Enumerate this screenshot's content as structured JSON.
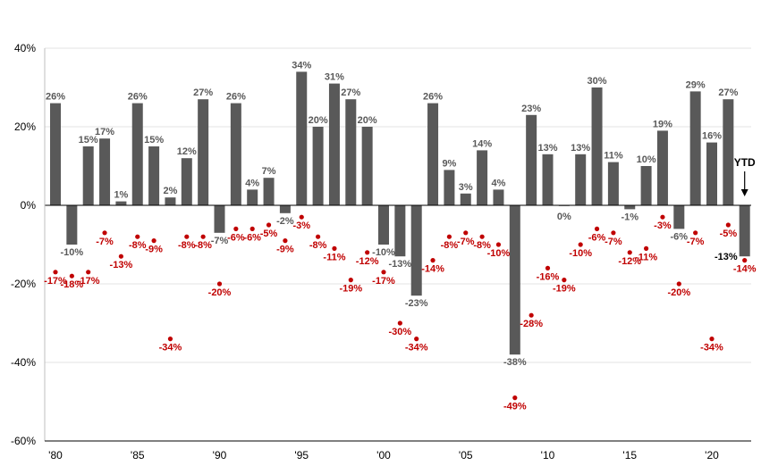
{
  "chart_data": {
    "type": "bar",
    "title": "",
    "xlabel": "",
    "ylabel": "",
    "ylim": [
      -60,
      40
    ],
    "yticks": [
      -60,
      -40,
      -20,
      0,
      20,
      40
    ],
    "ytick_labels": [
      "-60%",
      "-40%",
      "-20%",
      "0%",
      "20%",
      "40%"
    ],
    "grid": true,
    "x_tick_labels": [
      {
        "year": 1980,
        "label": "'80"
      },
      {
        "year": 1985,
        "label": "'85"
      },
      {
        "year": 1990,
        "label": "'90"
      },
      {
        "year": 1995,
        "label": "'95"
      },
      {
        "year": 2000,
        "label": "'00"
      },
      {
        "year": 2005,
        "label": "'05"
      },
      {
        "year": 2010,
        "label": "'10"
      },
      {
        "year": 2015,
        "label": "'15"
      },
      {
        "year": 2020,
        "label": "'20"
      }
    ],
    "years": [
      1980,
      1981,
      1982,
      1983,
      1984,
      1985,
      1986,
      1987,
      1988,
      1989,
      1990,
      1991,
      1992,
      1993,
      1994,
      1995,
      1996,
      1997,
      1998,
      1999,
      2000,
      2001,
      2002,
      2003,
      2004,
      2005,
      2006,
      2007,
      2008,
      2009,
      2010,
      2011,
      2012,
      2013,
      2014,
      2015,
      2016,
      2017,
      2018,
      2019,
      2020,
      2021,
      2022
    ],
    "series": [
      {
        "values": [
          26,
          -10,
          15,
          17,
          1,
          26,
          15,
          2,
          12,
          27,
          -7,
          26,
          4,
          7,
          -2,
          34,
          20,
          31,
          27,
          20,
          -10,
          -13,
          -23,
          26,
          9,
          3,
          14,
          4,
          -38,
          23,
          13,
          0,
          13,
          30,
          11,
          -1,
          10,
          19,
          -6,
          29,
          16,
          27,
          -13
        ],
        "labels": [
          "26%",
          "-10%",
          "15%",
          "17%",
          "1%",
          "26%",
          "15%",
          "2%",
          "12%",
          "27%",
          "-7%",
          "26%",
          "4%",
          "7%",
          "-2%",
          "34%",
          "20%",
          "31%",
          "27%",
          "20%",
          "-10%",
          "-13%",
          "-23%",
          "26%",
          "9%",
          "3%",
          "14%",
          "4%",
          "-38%",
          "23%",
          "13%",
          "0%",
          "13%",
          "30%",
          "11%",
          "-1%",
          "10%",
          "19%",
          "-6%",
          "29%",
          "16%",
          "27%",
          "-13%"
        ],
        "color": "#595959"
      },
      {
        "values": [
          -17,
          -18,
          -17,
          -7,
          -13,
          -8,
          -9,
          -34,
          -8,
          -8,
          -20,
          -6,
          -6,
          -5,
          -9,
          -3,
          -8,
          -11,
          -19,
          -12,
          -17,
          -30,
          -34,
          -14,
          -8,
          -7,
          -8,
          -10,
          -49,
          -28,
          -16,
          -19,
          -10,
          -6,
          -7,
          -12,
          -11,
          -3,
          -20,
          -7,
          -34,
          -5,
          -14
        ],
        "labels": [
          "-17%",
          "-18%",
          "-17%",
          "-7%",
          "-13%",
          "-8%",
          "-9%",
          "-34%",
          "-8%",
          "-8%",
          "-20%",
          "-6%",
          "-6%",
          "-5%",
          "-9%",
          "-3%",
          "-8%",
          "-11%",
          "-19%",
          "-12%",
          "-17%",
          "-30%",
          "-34%",
          "-14%",
          "-8%",
          "-7%",
          "-8%",
          "-10%",
          "-49%",
          "-28%",
          "-16%",
          "-19%",
          "-10%",
          "-6%",
          "-7%",
          "-12%",
          "-11%",
          "-3%",
          "-20%",
          "-7%",
          "-34%",
          "-5%",
          "-14%"
        ],
        "color": "#c00000"
      }
    ],
    "annotation": {
      "text": "YTD",
      "year": 2022
    }
  }
}
